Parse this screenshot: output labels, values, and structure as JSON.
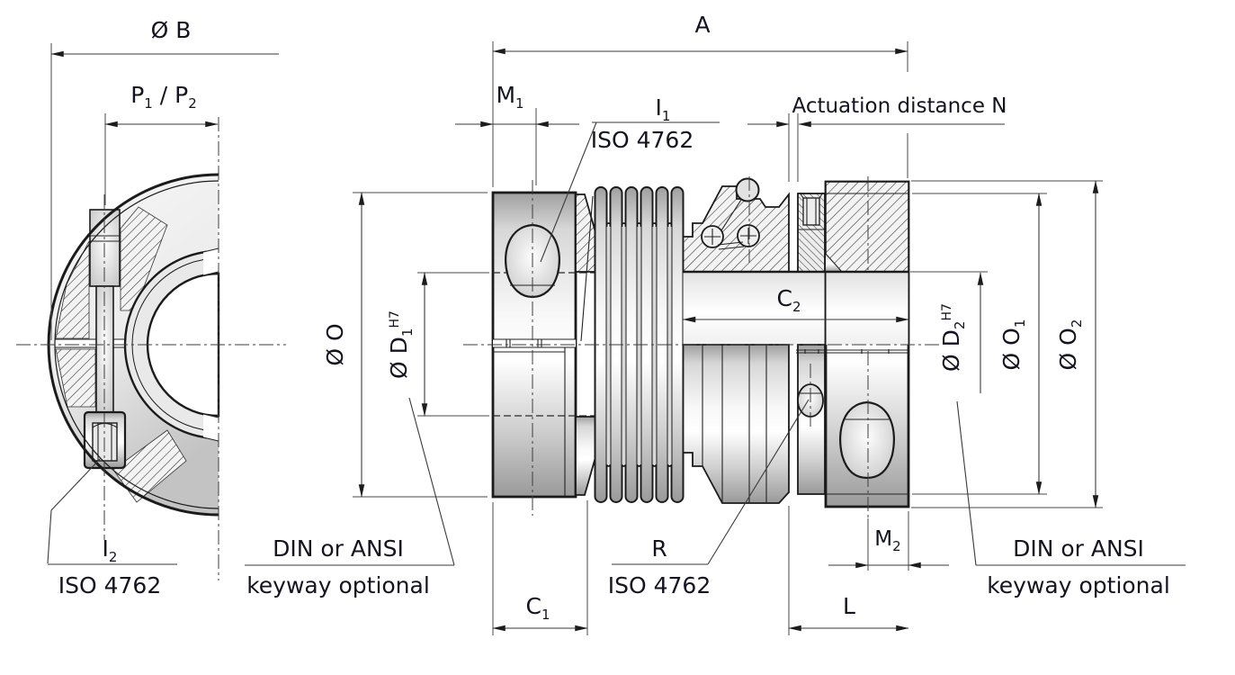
{
  "drawing": {
    "type": "technical-drawing",
    "subject": "metal bellows coupling with clamping hubs - dimensioned front view and cross-section",
    "colors": {
      "line": "#1b1b1b",
      "dim_line": "#3a3a3a",
      "text": "#141420",
      "hatch_bg": "#f3f3f3",
      "metal_high": "#ffffff",
      "metal_low": "#9f9f9f",
      "background": "#ffffff"
    },
    "labels": {
      "diaB": "Ø B",
      "p": "P",
      "p1s": "1",
      "pSlash": " / P",
      "p2s": "2",
      "a": "A",
      "m": "M",
      "m1s": "1",
      "m2s": "2",
      "i": "I",
      "i1s": "1",
      "i2s": "2",
      "iso4762": "ISO 4762",
      "actuation": "Actuation distance  N",
      "diaO": "Ø O",
      "diaD": "Ø D",
      "d1s": "1",
      "d2s": "2",
      "h7": "H7",
      "diaO1main": "Ø O",
      "o1s": "1",
      "o2s": "2",
      "c": "C",
      "c1s": "1",
      "c2s": "2",
      "r": "R",
      "l": "L",
      "keyway1": "DIN or ANSI",
      "keyway2": "keyway optional"
    }
  }
}
